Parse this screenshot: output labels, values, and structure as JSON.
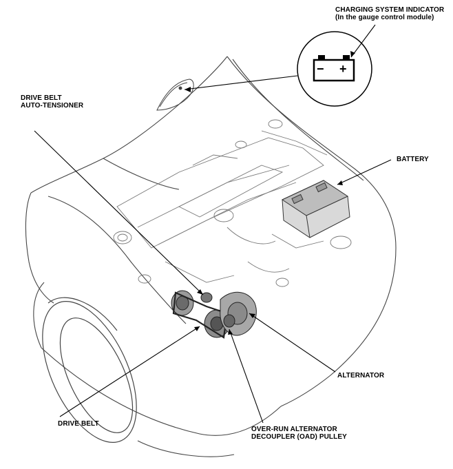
{
  "labels": {
    "charging": {
      "line1": "CHARGING SYSTEM INDICATOR",
      "line2": "(In the gauge control module)"
    },
    "tensioner": {
      "line1": "DRIVE BELT",
      "line2": "AUTO-TENSIONER"
    },
    "battery": "BATTERY",
    "alternator": "ALTERNATOR",
    "drive_belt": "DRIVE BELT",
    "oad": {
      "line1": "OVER-RUN ALTERNATOR",
      "line2": "DECOUPLER (OAD) PULLEY"
    }
  },
  "indicator_symbol": {
    "minus": "−",
    "plus": "+"
  }
}
